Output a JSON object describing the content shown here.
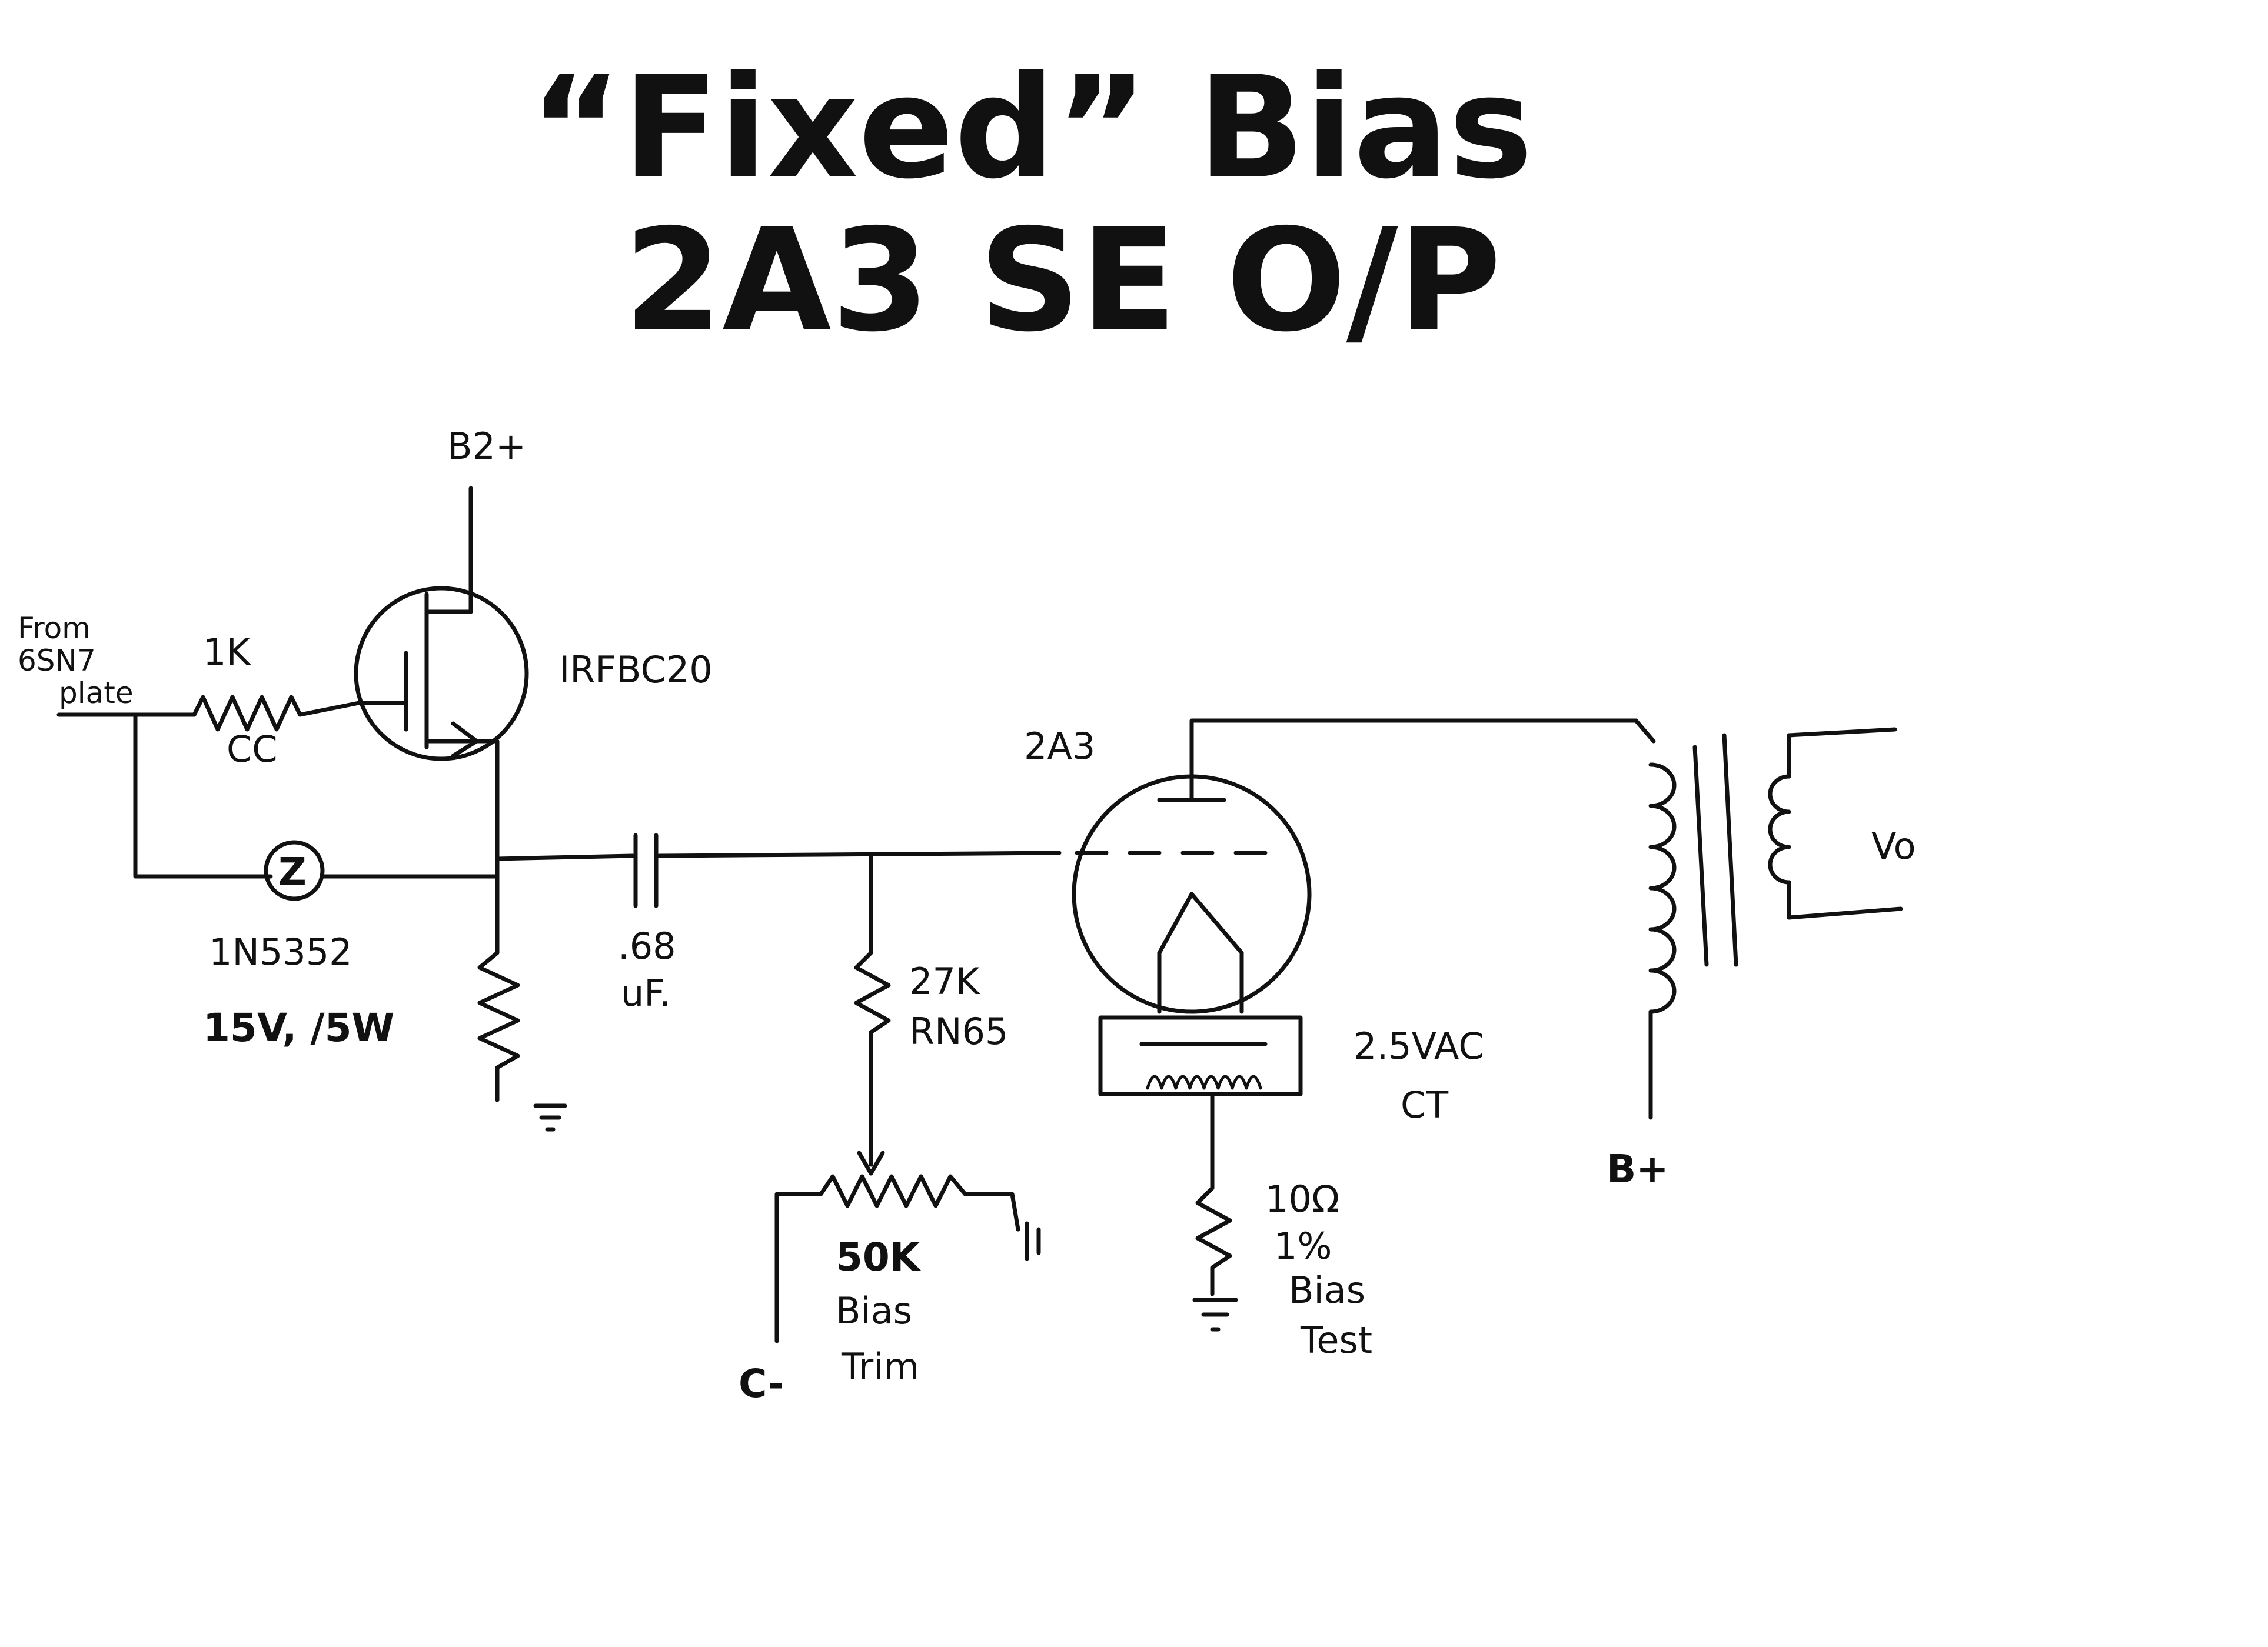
{
  "title": {
    "line1": "“Fixed” Bias",
    "line2": "2A3 SE O/P"
  },
  "labels": {
    "b2_plus": "B2+",
    "input_line1": "From",
    "input_line2": "6SN7",
    "input_line3": "plate",
    "r_gate_value": "1K",
    "r_gate_type": "CC",
    "mosfet": "IRFBC20",
    "zener_symbol": "Z",
    "zener_part": "1N5352",
    "zener_rating": "15V, /5W",
    "cap_value": ".68",
    "cap_unit": "uF.",
    "grid_res_value": "27K",
    "grid_res_type": "RN65",
    "pot_value": "50K",
    "pot_line1": "Bias",
    "pot_line2": "Trim",
    "c_minus": "C-",
    "tube": "2A3",
    "filament_line1": "2.5VAC",
    "filament_line2": "CT",
    "cathode_res_value": "10Ω",
    "cathode_res_tol": "1%",
    "cathode_line1": "Bias",
    "cathode_line2": "Test",
    "b_plus": "B+",
    "vo": "Vo"
  }
}
